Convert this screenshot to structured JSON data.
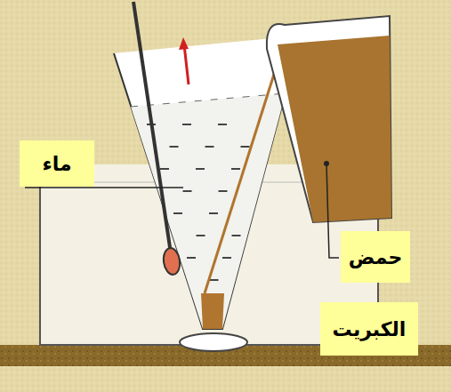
{
  "diagram": {
    "nodes": [
      {
        "text": [
          "ماء"
        ]
      },
      {
        "text": [
          "حمض"
        ]
      },
      {
        "text": [
          "الكبريت"
        ]
      }
    ]
  }
}
